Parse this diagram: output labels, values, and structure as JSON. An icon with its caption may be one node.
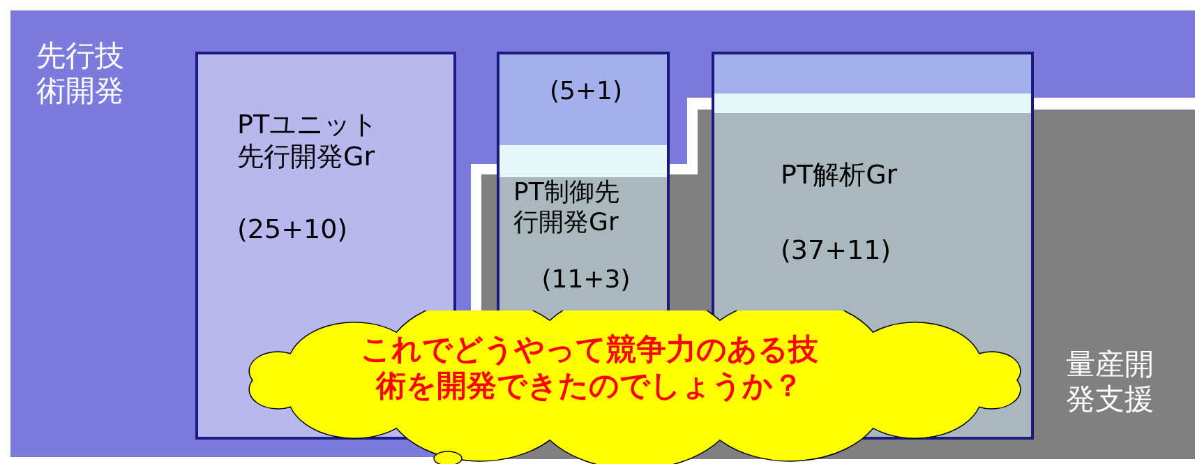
{
  "diagram": {
    "nodes": [
      {
        "text": [
          "先行技術開発"
        ]
      },
      {
        "text": [
          "量産開発支援"
        ]
      },
      {
        "text": [
          "PTユニット先行開発Gr",
          "(25+10)"
        ],
        "in": 0
      },
      {
        "text": [
          "(5+1)",
          "PT制御先行開発Gr",
          "(11+3)"
        ]
      },
      {
        "text": [
          "PT解析Gr",
          "(37+11)"
        ]
      },
      {
        "text": [
          "これでどうやって競争力のある技術を開発できたのでしょうか？"
        ]
      }
    ]
  }
}
